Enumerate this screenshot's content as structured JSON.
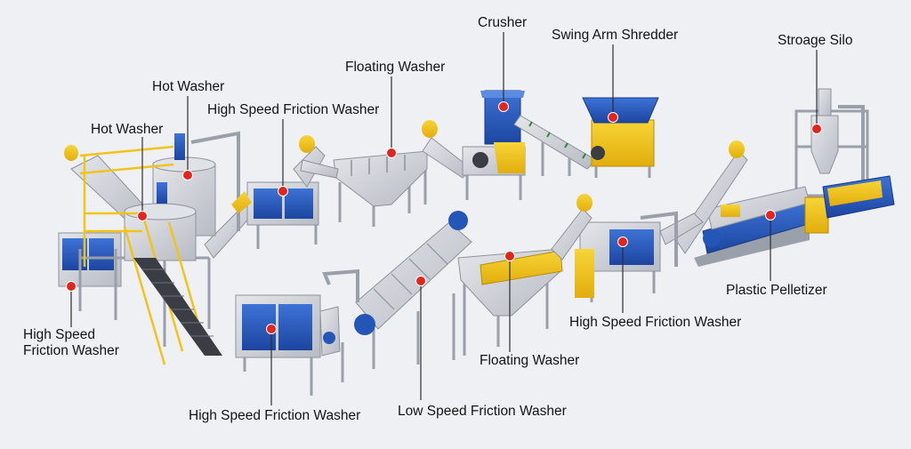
{
  "colors": {
    "machine_blue": "#2456b8",
    "machine_yellow": "#f2c318",
    "frame_gray": "#c9ccd3",
    "marker_red": "#e0261f"
  },
  "labels": {
    "crusher": "Crusher",
    "swing_arm_shredder": "Swing Arm Shredder",
    "storage_silo": "Stroage Silo",
    "floating_washer_top": "Floating Washer",
    "hot_washer_1": "Hot Washer",
    "hot_washer_2": "Hot Washer",
    "hsfw_top": "High Speed Friction Washer",
    "hsfw_left": "High Speed Friction Washer",
    "hsfw_bottom": "High Speed Friction Washer",
    "hsfw_right": "High Speed Friction Washer",
    "low_speed_friction_washer": "Low Speed Friction Washer",
    "floating_washer_bottom": "Floating Washer",
    "plastic_pelletizer": "Plastic Pelletizer"
  }
}
